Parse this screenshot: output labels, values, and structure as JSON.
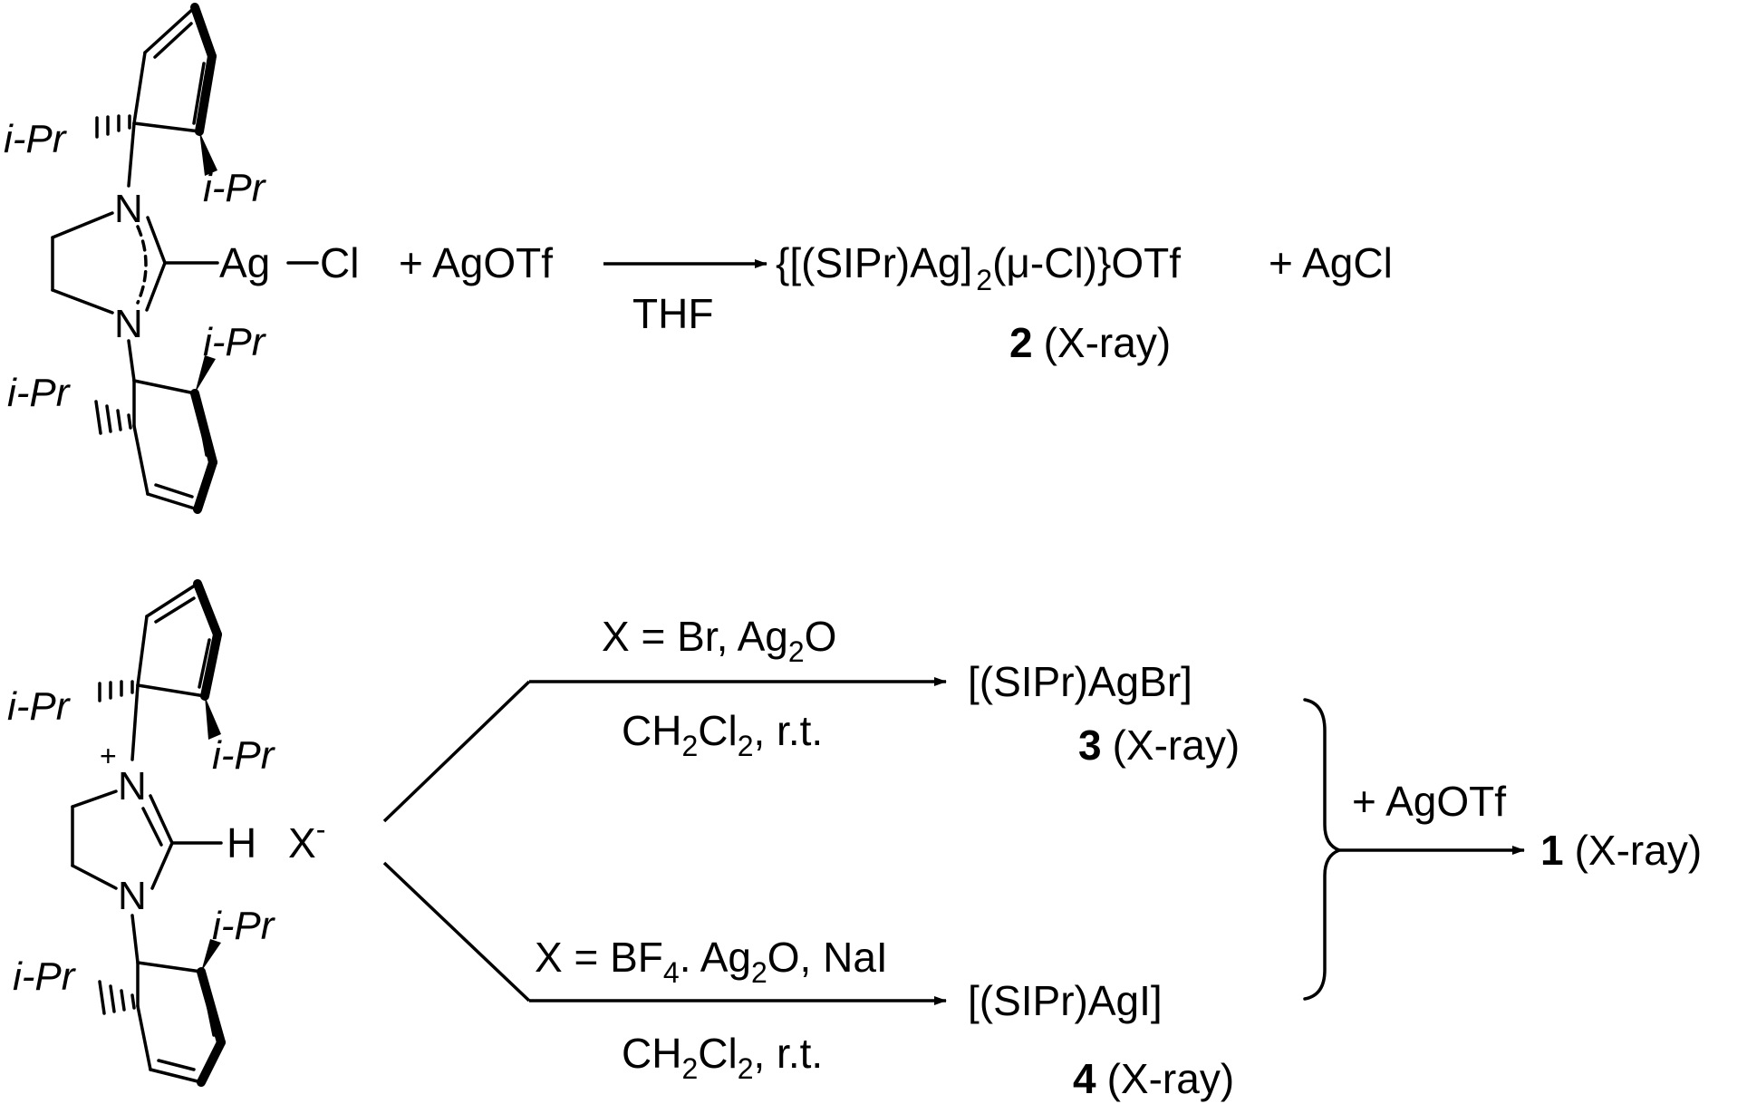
{
  "molecules": {
    "top": {
      "ipr": "i-Pr",
      "n": "N",
      "ag": "Ag",
      "cl": "Cl"
    },
    "bottom": {
      "ipr": "i-Pr",
      "n": "N",
      "plus": "+",
      "h": "H",
      "x": "X",
      "minus": "-"
    }
  },
  "reaction1": {
    "plus_reagent": "+ AgOTf",
    "condition": "THF",
    "product_pre": "{[(SIPr)Ag]",
    "product_sub": "2",
    "product_post": "(μ-Cl)}OTf",
    "byproduct": "+ AgCl",
    "product_number": "2",
    "product_note": "(X-ray)"
  },
  "reaction2": {
    "upper": {
      "reagent_pre": "X = Br, Ag",
      "reagent_sub": "2",
      "reagent_post": "O",
      "solvent_a": "CH",
      "solvent_sub1": "2",
      "solvent_b": "Cl",
      "solvent_sub2": "2",
      "solvent_c": ", r.t.",
      "product": "[(SIPr)AgBr]",
      "product_number": "3",
      "product_note": "(X-ray)"
    },
    "lower": {
      "reagent_pre": "X = BF",
      "reagent_sub1": "4",
      "reagent_mid": ". Ag",
      "reagent_sub2": "2",
      "reagent_post": "O, NaI",
      "solvent_a": "CH",
      "solvent_sub1": "2",
      "solvent_b": "Cl",
      "solvent_sub2": "2",
      "solvent_c": ", r.t.",
      "product": "[(SIPr)AgI]",
      "product_number": "4",
      "product_note": "(X-ray)"
    },
    "final_reagent": "+ AgOTf",
    "final_number": "1",
    "final_note": "(X-ray)"
  }
}
